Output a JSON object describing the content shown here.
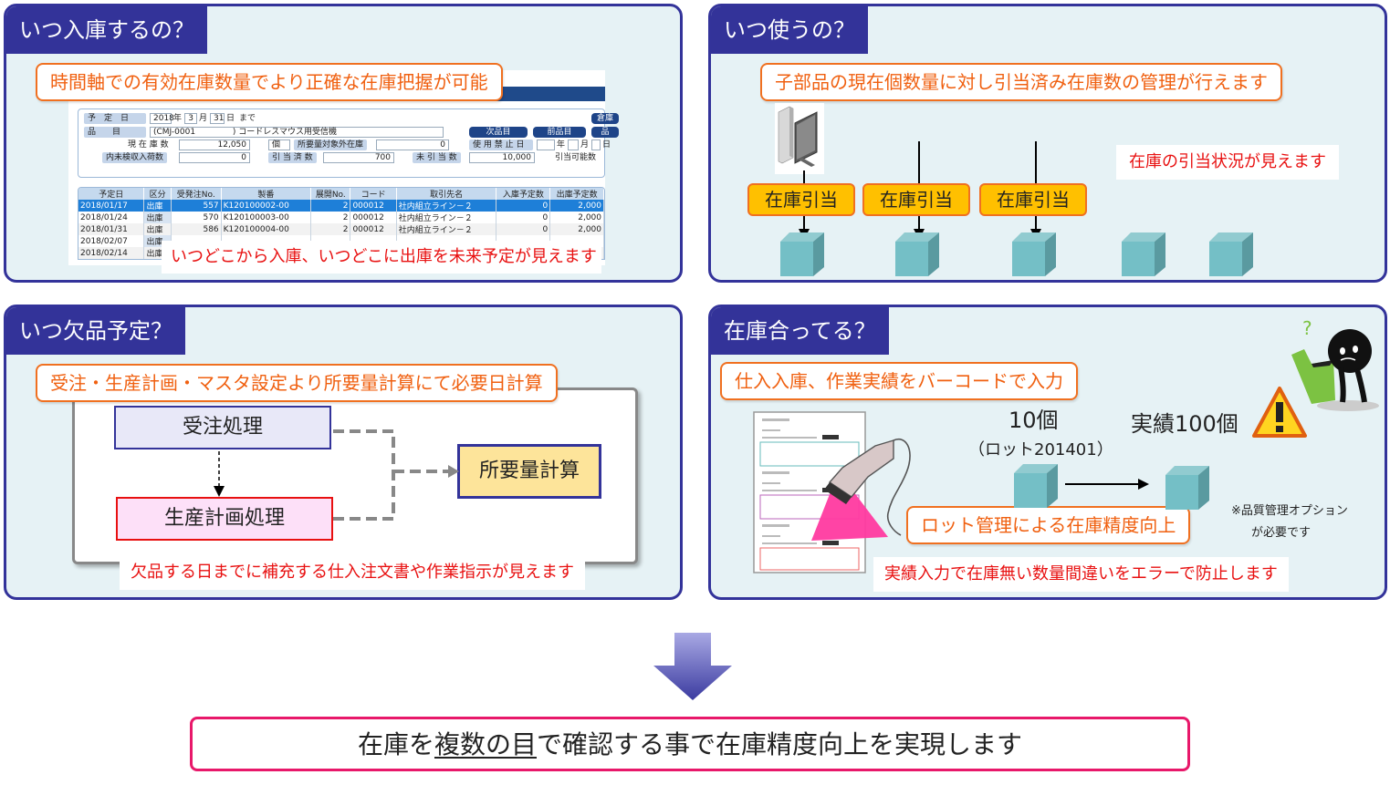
{
  "panels": {
    "inbound": {
      "title": "いつ入庫するの？",
      "callout": "時間軸での有効在庫数量でより正確な在庫把握が可能",
      "note": "いつどこから入庫、いつどこに出庫を未来予定が見えます",
      "erp": {
        "form": {
          "scheduled_date_label": "予　定　日",
          "year": "2018",
          "year_unit": "年",
          "month": "3",
          "month_unit": "月",
          "day": "31",
          "day_unit": "日",
          "until": "まで",
          "warehouse_button": "倉庫",
          "item_label": "品　　目",
          "item_code": "(CMJ-0001",
          "item_name": ") コードレスマウス用受信機",
          "next_item_button": "次品目",
          "prev_item_button": "前品目",
          "item_button": "品",
          "current_stock_label": "現 在 庫 数",
          "current_stock_value": "12,050",
          "unit": "個",
          "excluded_stock_label": "所要量対象外在庫",
          "excluded_stock_value": "0",
          "prohibited_date_label": "使 用 禁 止 日",
          "prohibited_year_unit": "年",
          "prohibited_month_unit": "月",
          "prohibited_day_unit": "日",
          "uninspected_label": "内未検収入荷数",
          "uninspected_value": "0",
          "allocated_label": "引 当 済 数",
          "allocated_value": "700",
          "unallocated_label": "未 引 当 数",
          "unallocated_value": "10,000",
          "available_label": "引当可能数"
        },
        "grid": {
          "columns": [
            "予定日",
            "区分",
            "受発注No.",
            "製番",
            "展開No.",
            "コード",
            "取引先名",
            "入庫予定数",
            "出庫予定数"
          ],
          "rows": [
            [
              "2018/01/17",
              "出庫",
              "557",
              "K120100002-00",
              "2",
              "000012",
              "社内組立ライン－２",
              "0",
              "2,000"
            ],
            [
              "2018/01/24",
              "出庫",
              "570",
              "K120100003-00",
              "2",
              "000012",
              "社内組立ライン－２",
              "0",
              "2,000"
            ],
            [
              "2018/01/31",
              "出庫",
              "586",
              "K120100004-00",
              "2",
              "000012",
              "社内組立ライン－２",
              "0",
              "2,000"
            ],
            [
              "2018/02/07",
              "出庫",
              "",
              "",
              "",
              "",
              "",
              "",
              ""
            ],
            [
              "2018/02/14",
              "出庫",
              "",
              "",
              "",
              "",
              "",
              "",
              ""
            ]
          ]
        }
      }
    },
    "usage": {
      "title": "いつ使うの？",
      "callout": "子部品の現在個数量に対し引当済み在庫数の管理が行えます",
      "note": "在庫の引当状況が見えます",
      "allocation_labels": [
        "在庫引当",
        "在庫引当",
        "在庫引当"
      ],
      "cube_count": 5,
      "allocated_cube_count": 3
    },
    "shortage": {
      "title": "いつ欠品予定？",
      "callout": "受注・生産計画・マスタ設定より所要量計算にて必要日計算",
      "order_process": "受注処理",
      "production_plan_process": "生産計画処理",
      "mrp": "所要量計算",
      "note": "欠品する日までに補充する仕入注文書や作業指示が見えます"
    },
    "accuracy": {
      "title": "在庫合ってる？",
      "callout": "仕入入庫、作業実績をバーコードで入力",
      "quantity": "10個",
      "lot": "（ロット201401）",
      "actual": "実績100個",
      "lot_callout": "ロット管理による在庫精度向上",
      "option_note_line1": "※品質管理オプション",
      "option_note_line2": "が必要です",
      "note": "実績入力で在庫無い数量間違いをエラーで防止します"
    }
  },
  "conclusion": {
    "prefix": "在庫を",
    "emphasis": "複数の目",
    "suffix": "で確認する事で在庫精度向上を実現します"
  },
  "colors": {
    "panel_border": "#33339a",
    "panel_title_bg": "#333399",
    "panel_bg": "#e6f2f5",
    "callout_border": "#f07020",
    "note_text": "#e81010",
    "alloc_fill": "#ffc000",
    "cube": "#74bfc6",
    "conclusion_border": "#e8186a"
  }
}
